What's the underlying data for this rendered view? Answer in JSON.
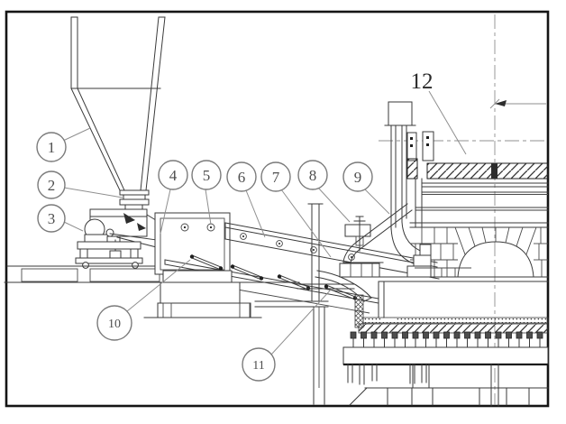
{
  "figure": {
    "type": "technical-drawing",
    "description_visible_text_only": true,
    "callouts": [
      {
        "id": "callout-1",
        "label": "1"
      },
      {
        "id": "callout-2",
        "label": "2"
      },
      {
        "id": "callout-3",
        "label": "3"
      },
      {
        "id": "callout-4",
        "label": "4"
      },
      {
        "id": "callout-5",
        "label": "5"
      },
      {
        "id": "callout-6",
        "label": "6"
      },
      {
        "id": "callout-7",
        "label": "7"
      },
      {
        "id": "callout-8",
        "label": "8"
      },
      {
        "id": "callout-9",
        "label": "9"
      },
      {
        "id": "callout-10",
        "label": "10"
      },
      {
        "id": "callout-11",
        "label": "11"
      },
      {
        "id": "callout-12",
        "label": "12"
      }
    ],
    "colors": {
      "background": "#ffffff",
      "line": "#3a3a3a",
      "border": "#151515",
      "callout_stroke": "#7a7a7a",
      "callout_text": "#4e4e4e"
    }
  }
}
